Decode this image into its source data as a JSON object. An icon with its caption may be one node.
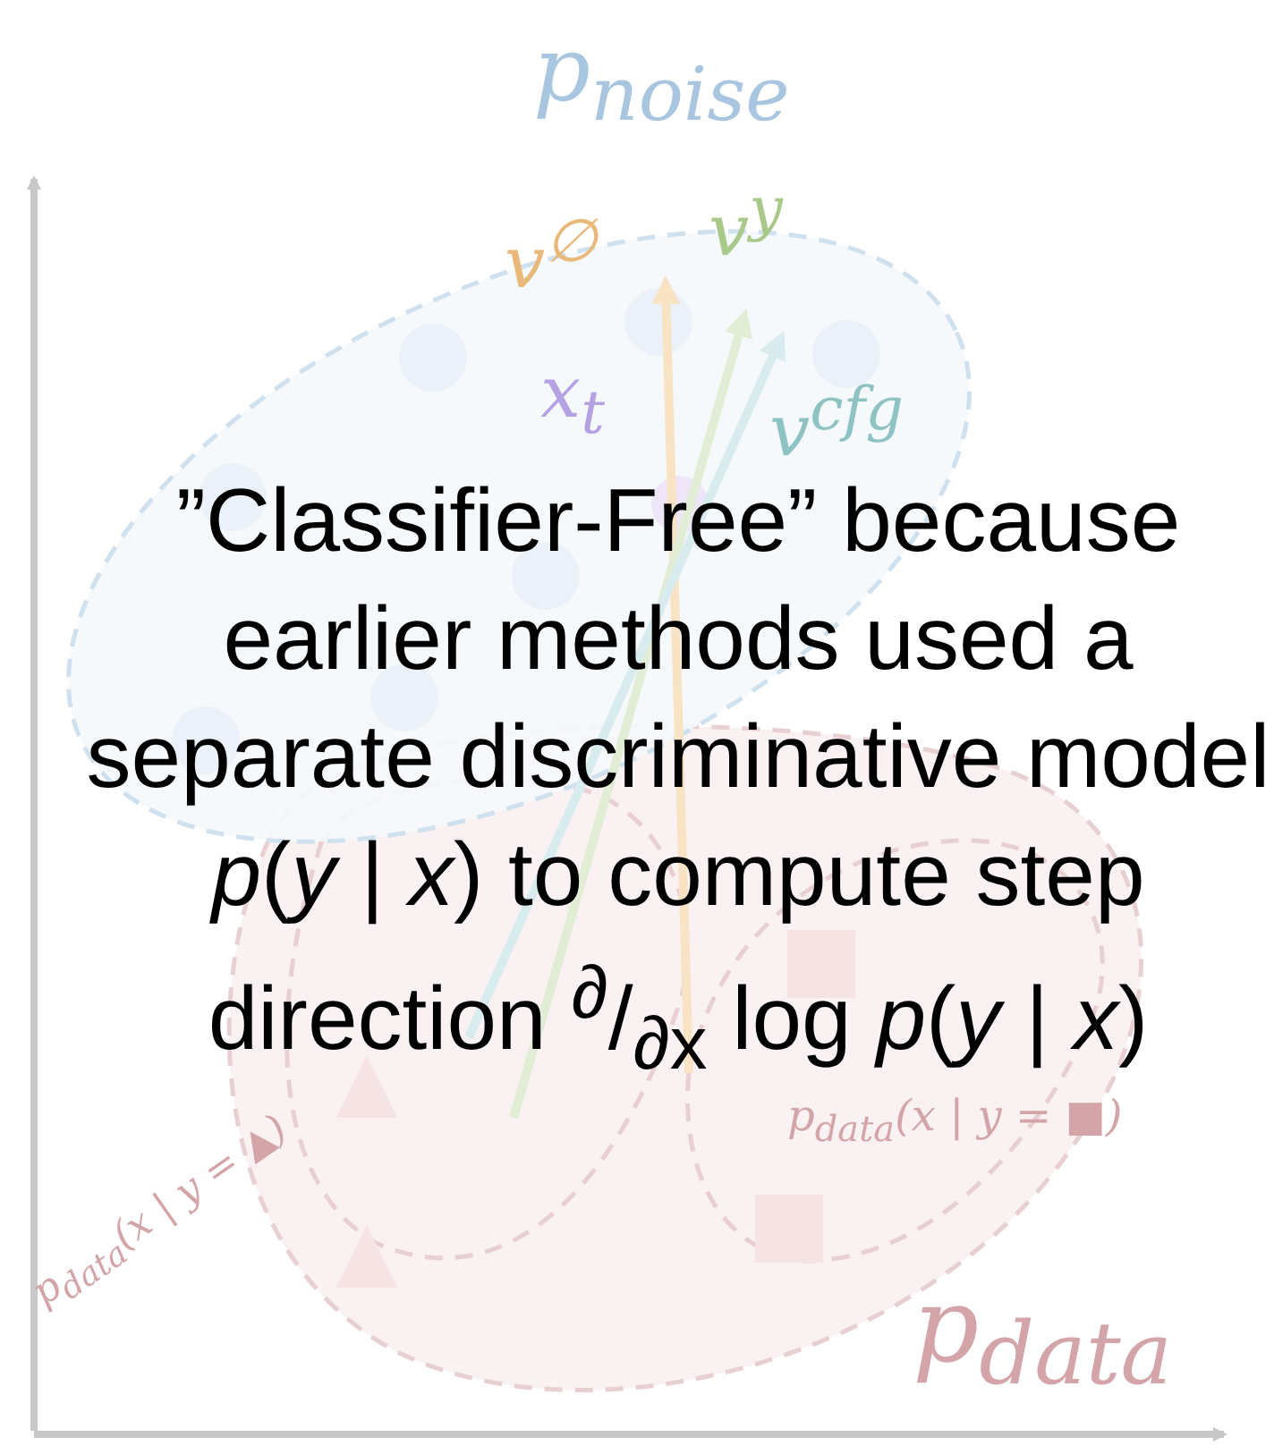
{
  "diagram": {
    "labels": [
      "p$_{noise}$",
      "v$^{∅}$",
      "v$^{y}$",
      "x$_{t}$",
      "v$^{cfg}$",
      "”Classifier-Free” because earlier methods used a separate discriminative model *p*(*y* | *x*) to compute step direction $^{∂}$/$_{∂x}$ log *p*(*y* | *x*)",
      "p$_{data}$(x | y = ■)",
      "p$_{data}$(x | y = ▲)",
      "p$_{data}$"
    ]
  }
}
